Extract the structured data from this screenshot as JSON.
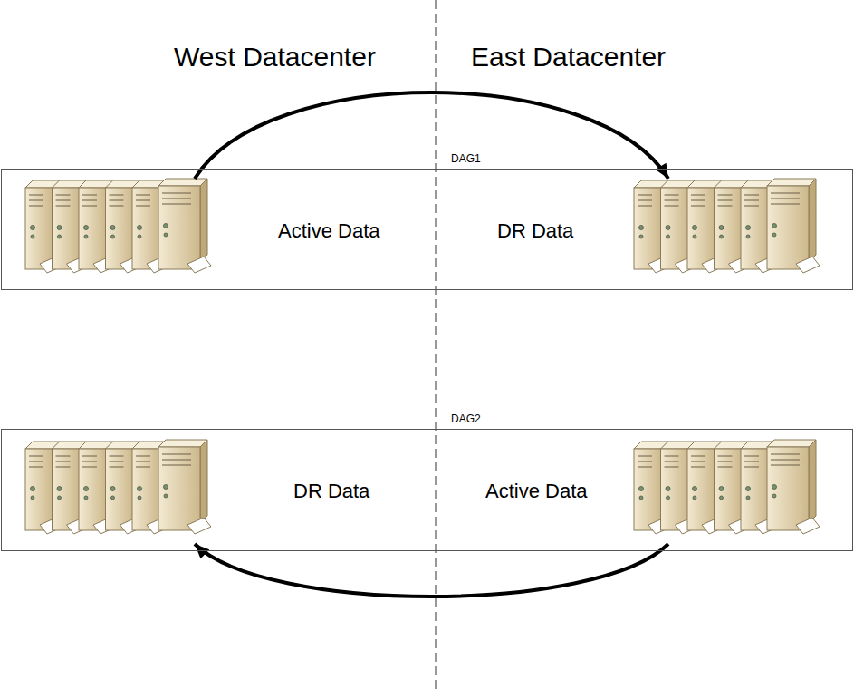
{
  "diagram": {
    "nodes": [
      {
        "text": [
          "DAG1"
        ]
      },
      {
        "text": [
          "Active Data"
        ],
        "in": 0
      },
      {
        "text": [
          "DR Data"
        ],
        "in": 0
      },
      {
        "text": [
          "DAG2"
        ]
      },
      {
        "text": [
          "DR Data"
        ],
        "in": 3
      },
      {
        "text": [
          "Active Data"
        ],
        "in": 3
      }
    ],
    "edges": [
      {
        "from": 1,
        "to": 2,
        "arrow": "to"
      },
      {
        "from": 5,
        "to": 4,
        "arrow": "to"
      }
    ],
    "labels": [
      "West Datacenter",
      "East Datacenter"
    ]
  }
}
